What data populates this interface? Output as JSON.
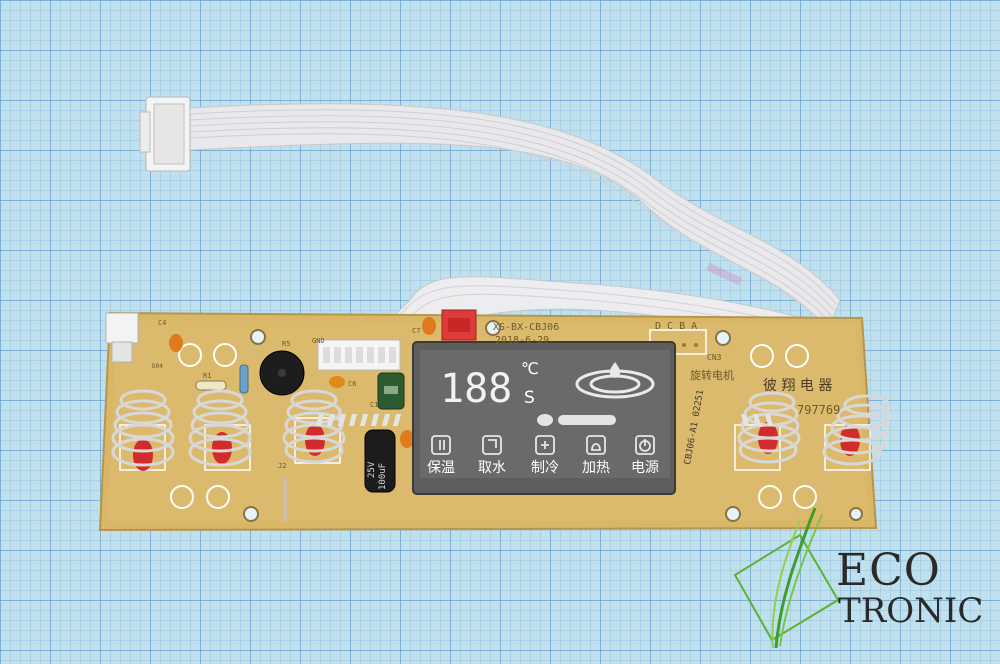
{
  "pcb": {
    "model": "XS-BX-CBJ06",
    "date": "2018-6-29",
    "silkscreen_rotate": "旋转电机",
    "silkscreen_dcba": "D C B A",
    "silkscreen_cn3": "CN3",
    "silkscreen_company": "彼 翔 电 器",
    "silkscreen_number": "797769",
    "silkscreen_gnd": "GND",
    "silkscreen_c4": "C4",
    "silkscreen_r5": "R5",
    "silkscreen_r1": "R1",
    "silkscreen_c7": "C7",
    "silkscreen_c6": "C6",
    "silkscreen_c1": "C1",
    "silkscreen_j2": "J2",
    "silkscreen_d4": "D04",
    "capacitor_label": "100uF",
    "capacitor_voltage": "25V",
    "lcd_label_printed": "CBJ06-A1 02251"
  },
  "lcd": {
    "digits": "188",
    "unit_temp": "℃",
    "unit_sec": "S",
    "labels": [
      {
        "text": "保温",
        "icon": "thermometer-icon"
      },
      {
        "text": "取水",
        "icon": "faucet-icon"
      },
      {
        "text": "制冷",
        "icon": "snowflake-icon"
      },
      {
        "text": "加热",
        "icon": "kettle-icon"
      },
      {
        "text": "电源",
        "icon": "power-icon"
      }
    ],
    "water_drop_icon": "water-drop-icon"
  },
  "logo": {
    "line1": "ECO",
    "line2": "TRONIC",
    "leaf_icon": "leaf-icon"
  },
  "colors": {
    "grid_paper": "#bfe0ec",
    "pcb": "#d8b86a",
    "lcd": "#6a6a6a",
    "ribbon": "#ececec",
    "logo_green": "#5fb135"
  }
}
